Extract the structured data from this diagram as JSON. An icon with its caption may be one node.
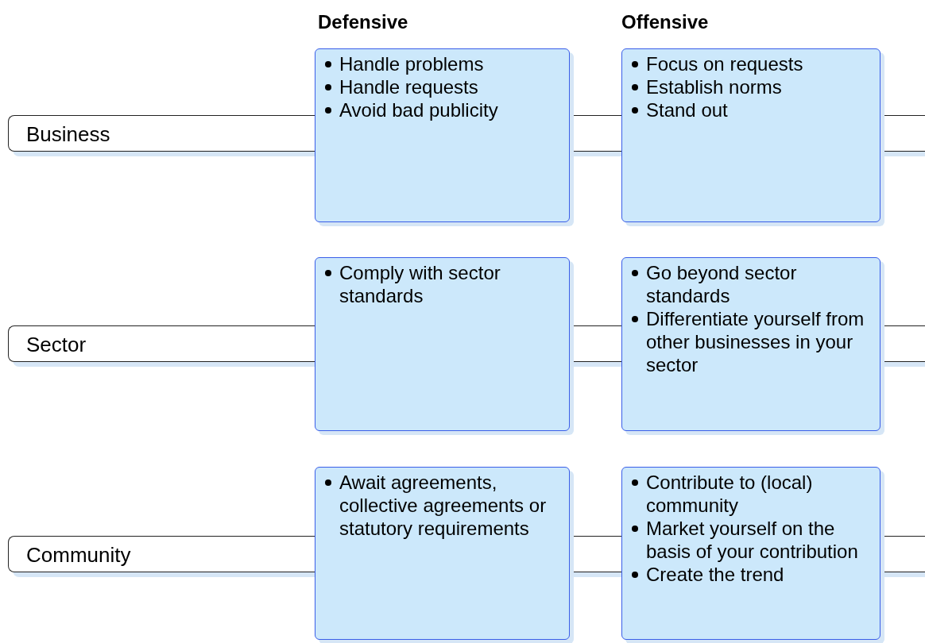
{
  "diagram": {
    "nodes": [
      {
        "text": [
          "Business"
        ]
      },
      {
        "text": [
          "Handle problems",
          "Handle requests",
          "Avoid bad publicity"
        ]
      },
      {
        "text": [
          "Focus on requests",
          "Establish norms",
          "Stand out"
        ]
      },
      {
        "text": [
          "Sector"
        ]
      },
      {
        "text": [
          "Comply with sector standards"
        ]
      },
      {
        "text": [
          "Go beyond sector standards",
          "Differentiate yourself from other businesses in your sector"
        ]
      },
      {
        "text": [
          "Community"
        ]
      },
      {
        "text": [
          "Await agreements, collective agreements or statutory requirements"
        ]
      },
      {
        "text": [
          "Contribute to (local) community",
          "Market yourself on the basis of your contribution",
          "Create the trend"
        ]
      }
    ],
    "labels": [
      "Defensive",
      "Offensive"
    ]
  }
}
